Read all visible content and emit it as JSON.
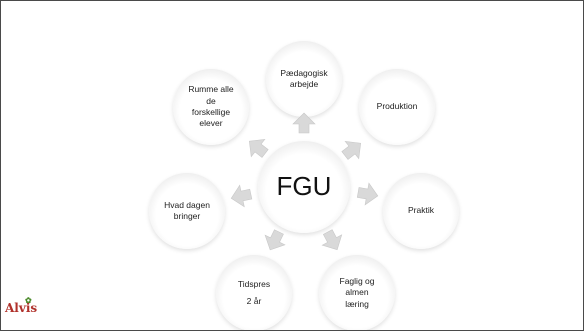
{
  "diagram": {
    "center": "FGU",
    "nodes": {
      "paedagogisk": [
        "Pædagogisk",
        "arbejde"
      ],
      "produktion": [
        "Produktion"
      ],
      "praktik": [
        "Praktik"
      ],
      "faglig": [
        "Faglig og",
        "almen",
        "læring"
      ],
      "tidspres": [
        "Tidspres",
        "2 år"
      ],
      "hvad_dagen": [
        "Hvad dagen",
        "bringer"
      ],
      "rumme": [
        "Rumme alle",
        "de",
        "forskellige",
        "elever"
      ]
    }
  },
  "logo": {
    "text": "Alvis"
  },
  "colors": {
    "node_edge": "#cfcfcf",
    "arrow": "#d9d9d9",
    "logo": "#b0302a"
  }
}
